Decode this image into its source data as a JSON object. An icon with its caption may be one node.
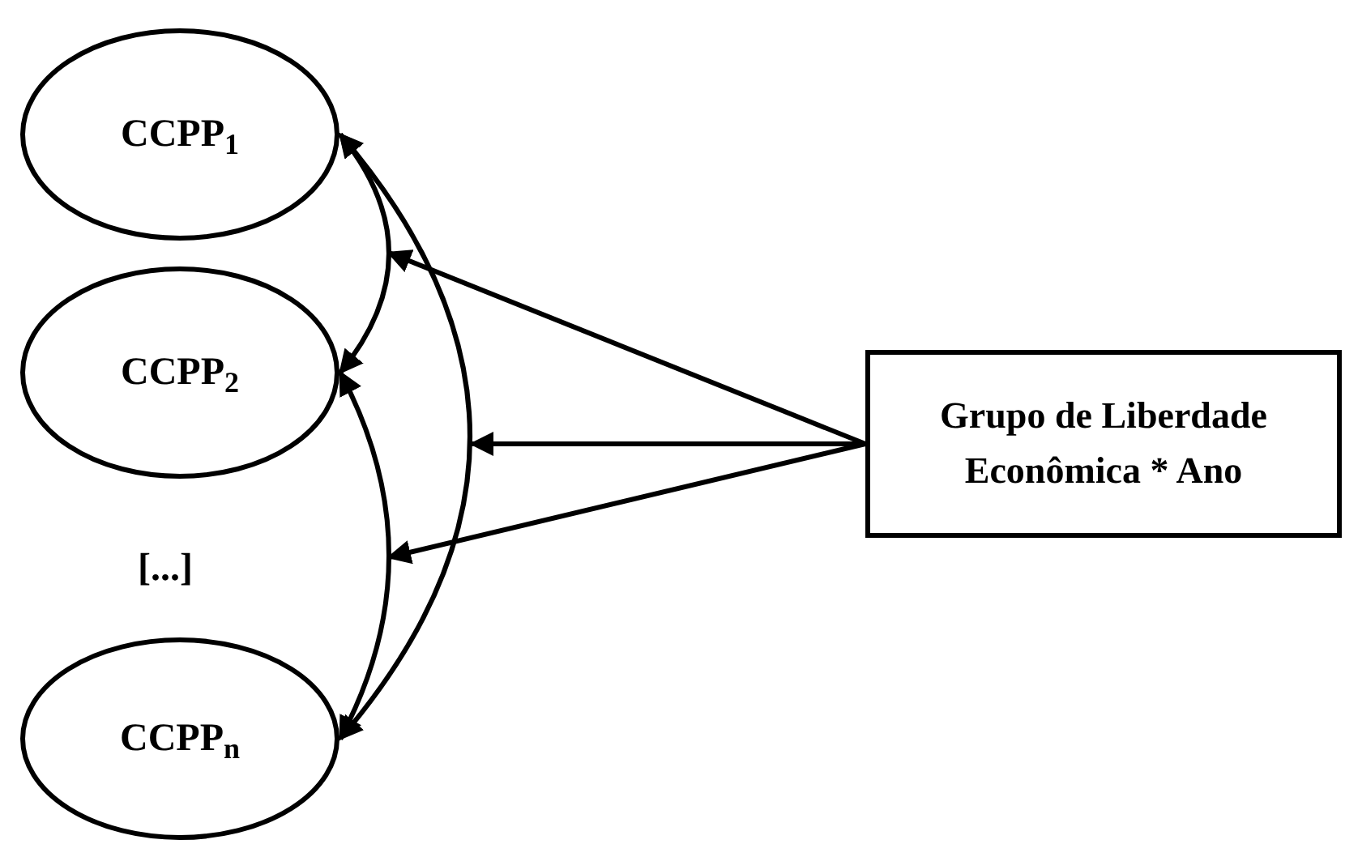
{
  "diagram": {
    "nodes": [
      {
        "text": [
          "CCPP$_{1}$"
        ]
      },
      {
        "text": [
          "CCPP$_{2}$"
        ]
      },
      {
        "text": [
          "CCPP$_{n}$"
        ]
      },
      {
        "text": [
          "Grupo de Liberdade Econômica * Ano"
        ]
      }
    ],
    "edges": [
      {
        "from": 0,
        "to": 1,
        "arrow": "both"
      },
      {
        "from": 1,
        "to": 2,
        "arrow": "both"
      },
      {
        "from": 0,
        "to": 2,
        "arrow": "both"
      },
      {
        "from": 3,
        "to": null,
        "arrow": "to"
      },
      {
        "from": 3,
        "to": null,
        "arrow": "to"
      },
      {
        "from": 3,
        "to": null,
        "arrow": "to"
      }
    ],
    "labels": [
      "[...]"
    ]
  }
}
